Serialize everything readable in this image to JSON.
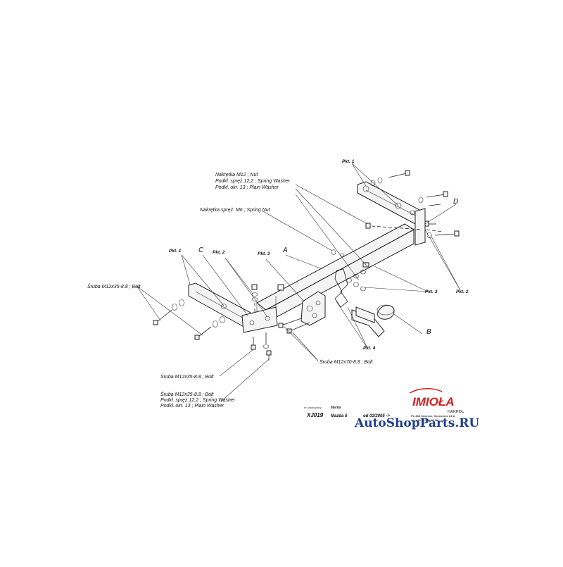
{
  "labels": {
    "nut_m12": "Nakrętka M12 ; Nut",
    "spring_washer_1": "Podkł. spręż.12,2 ; Spring Washer",
    "plain_washer_1": "Podkł. okr. 13 ; Plain Washer",
    "spring_nut": "Nakrętka spręż. M6 ; Spring Nut",
    "bolt_left": "Śruba M12x35-8.8 ; Bolt",
    "bolt_m70": "Śruba M12x70-8.8 ; Bolt",
    "bolt_bottom": "Śruba M12x35-8.8 ; Bolt",
    "bolt_group": "Śruba M12x35-8.8 ; Bolt",
    "spring_washer_2": "Podkł. spręż.12,2 ; Spring Washer",
    "plain_washer_2": "Podkł. okr. 13 ; Plain Washer"
  },
  "points": {
    "pkt1_top": "Pkt. 1",
    "pkt1_left": "Pkt. 1",
    "pkt2_left": "Pkt. 2",
    "pkt2_right": "Pkt. 2",
    "pkt3_center": "Pkt. 3",
    "pkt3_right": "Pkt. 3",
    "pkt4": "Pkt. 4"
  },
  "letters": {
    "a": "A",
    "b": "B",
    "c": "C",
    "d": "D"
  },
  "title_block": {
    "model_code_header": "nr katalogowy",
    "model_code": "XJ019",
    "brand_header": "Marka",
    "brand": "Mazda 5",
    "date_range": "od 02/2005 ->"
  },
  "logo": {
    "name": "IMIOŁA",
    "sub": "HAKPOL",
    "address_1": "PL-333 Xxxxxxx, Xxxxxxxxx 23 A",
    "address_2": "tel. +48 44 000 00 00"
  },
  "watermark": "AutoShopParts.RU",
  "colors": {
    "logo_red": "#d42020",
    "watermark_blue": "#1f3f8f",
    "line": "#222222"
  }
}
